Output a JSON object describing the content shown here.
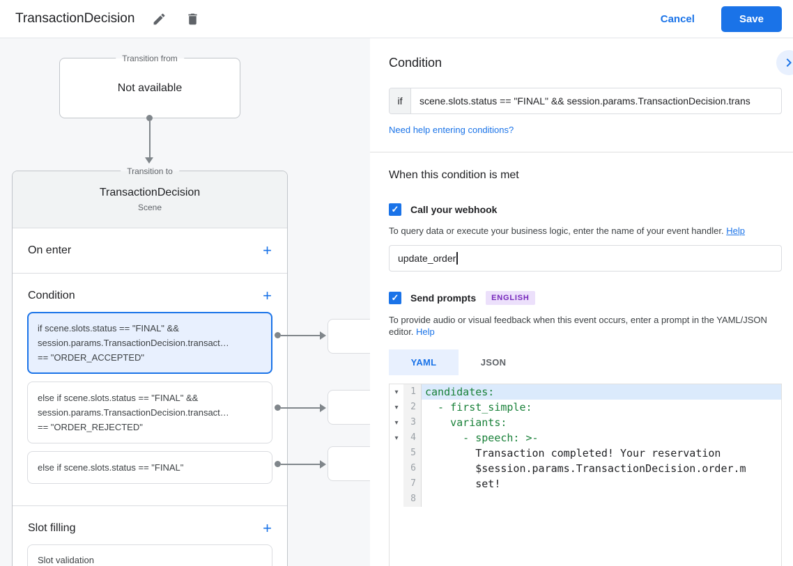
{
  "colors": {
    "accent_blue": "#1a73e8",
    "selected_card_bg": "#e8f0fe",
    "selected_card_border": "#1a73e8",
    "badge_bg": "#ece0fb",
    "badge_text": "#7627bb",
    "yaml_key_green": "#188038",
    "active_line_highlight": "#dbeafc",
    "connector_gray": "#80868b"
  },
  "icons": {
    "edit": "pencil-icon",
    "delete": "trash-icon",
    "chevron_right": "chevron-right-icon",
    "add": "+",
    "check": "✓",
    "fold_arrow": "▾"
  },
  "header": {
    "title": "TransactionDecision",
    "cancel_label": "Cancel",
    "save_label": "Save"
  },
  "diagram": {
    "transition_from": {
      "legend": "Transition from",
      "content": "Not available"
    },
    "transition_to": {
      "legend": "Transition to",
      "scene_name": "TransactionDecision",
      "scene_type": "Scene"
    },
    "on_enter": {
      "label": "On enter"
    },
    "condition": {
      "label": "Condition",
      "cards": [
        {
          "text": "if scene.slots.status == \"FINAL\" &&\nsession.params.TransactionDecision.transact…\n== \"ORDER_ACCEPTED\"",
          "selected": true
        },
        {
          "text": "else if scene.slots.status == \"FINAL\" &&\nsession.params.TransactionDecision.transact…\n== \"ORDER_REJECTED\"",
          "selected": false
        },
        {
          "text": "else if scene.slots.status == \"FINAL\"",
          "selected": false
        }
      ]
    },
    "slot_filling": {
      "label": "Slot filling",
      "card": "Slot validation"
    }
  },
  "panel": {
    "condition_title": "Condition",
    "if_label": "if",
    "if_value": "scene.slots.status == \"FINAL\" && session.params.TransactionDecision.trans",
    "help_link": "Need help entering conditions?",
    "when_met_title": "When this condition is met",
    "webhook": {
      "label": "Call your webhook",
      "checked": true,
      "description": "To query data or execute your business logic, enter the name of your event handler.",
      "help_label": "Help",
      "input_value": "update_order"
    },
    "prompts": {
      "label": "Send prompts",
      "checked": true,
      "badge": "ENGLISH",
      "description": "To provide audio or visual feedback when this event occurs, enter a prompt in the YAML/JSON editor.",
      "help_label": "Help",
      "tabs": [
        {
          "label": "YAML",
          "active": true
        },
        {
          "label": "JSON",
          "active": false
        }
      ]
    },
    "editor": {
      "lines": [
        {
          "num": "1",
          "text": "candidates:",
          "kind": "key",
          "fold": true,
          "highlight": true
        },
        {
          "num": "2",
          "text": "  - first_simple:",
          "kind": "key",
          "fold": true
        },
        {
          "num": "3",
          "text": "    variants:",
          "kind": "key",
          "fold": true
        },
        {
          "num": "4",
          "text": "      - speech: >-",
          "kind": "key",
          "fold": true
        },
        {
          "num": "5",
          "text": "        Transaction completed! Your reservation",
          "kind": "plain"
        },
        {
          "num": "6",
          "text": "        $session.params.TransactionDecision.order.m",
          "kind": "plain"
        },
        {
          "num": "7",
          "text": "        set!",
          "kind": "plain"
        },
        {
          "num": "8",
          "text": "",
          "kind": "plain"
        }
      ]
    }
  }
}
